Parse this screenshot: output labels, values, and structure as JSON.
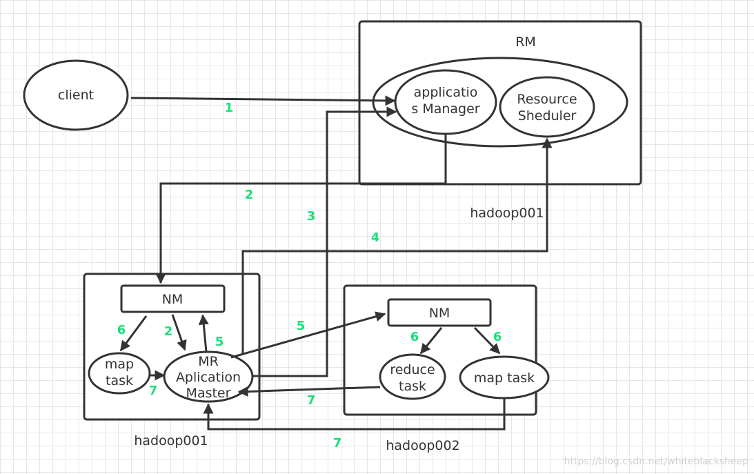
{
  "diagram": {
    "rm": {
      "title": "RM",
      "app_manager": [
        "applicatio",
        "s Manager"
      ],
      "scheduler": [
        "Resource",
        "Sheduler"
      ]
    },
    "client": "client",
    "node1": {
      "nm": "NM",
      "map_task": [
        "map",
        "task"
      ],
      "mr_master": [
        "MR",
        "Aplication",
        "Master"
      ]
    },
    "node2": {
      "nm": "NM",
      "reduce_task": [
        "reduce",
        "task"
      ],
      "map_task": "map task"
    },
    "hosts": {
      "rm_host": "hadoop001",
      "node1_host": "hadoop001",
      "node2_host": "hadoop002"
    },
    "steps": [
      "1",
      "2",
      "3",
      "4",
      "2",
      "5",
      "6",
      "7",
      "5",
      "6",
      "6",
      "7",
      "7"
    ],
    "watermark": "https://blog.csdn.net/whiteblacksheep"
  },
  "colors": {
    "line": "#333333",
    "step_label": "#19e07a",
    "grid": "#e6e6e6"
  }
}
